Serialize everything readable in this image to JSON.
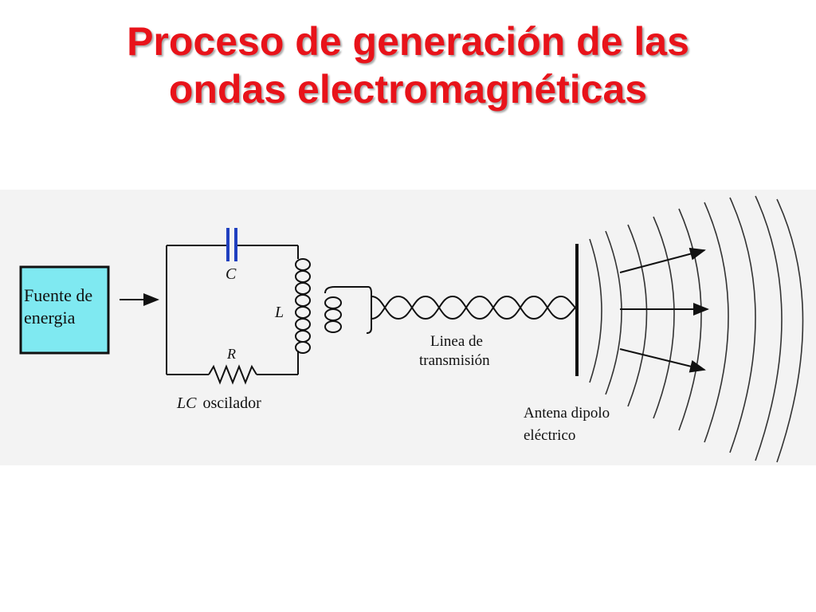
{
  "slide": {
    "title_line1": "Proceso de generación de las",
    "title_line2": "ondas electromagnéticas",
    "accent_color": "#e8131a"
  },
  "diagram": {
    "source_box": {
      "line1": "Fuente de",
      "line2": "energia",
      "fill": "#7fe9f1"
    },
    "capacitor_label": "C",
    "inductor_label": "L",
    "resistor_label": "R",
    "oscillator_label_italic": "LC",
    "oscillator_label": "oscilador",
    "transmission_line": {
      "line1": "Linea de",
      "line2": "transmisión"
    },
    "antenna": {
      "line1": "Antena dipolo",
      "line2": "eléctrico"
    },
    "capacitor_color": "#1f3fbf"
  }
}
